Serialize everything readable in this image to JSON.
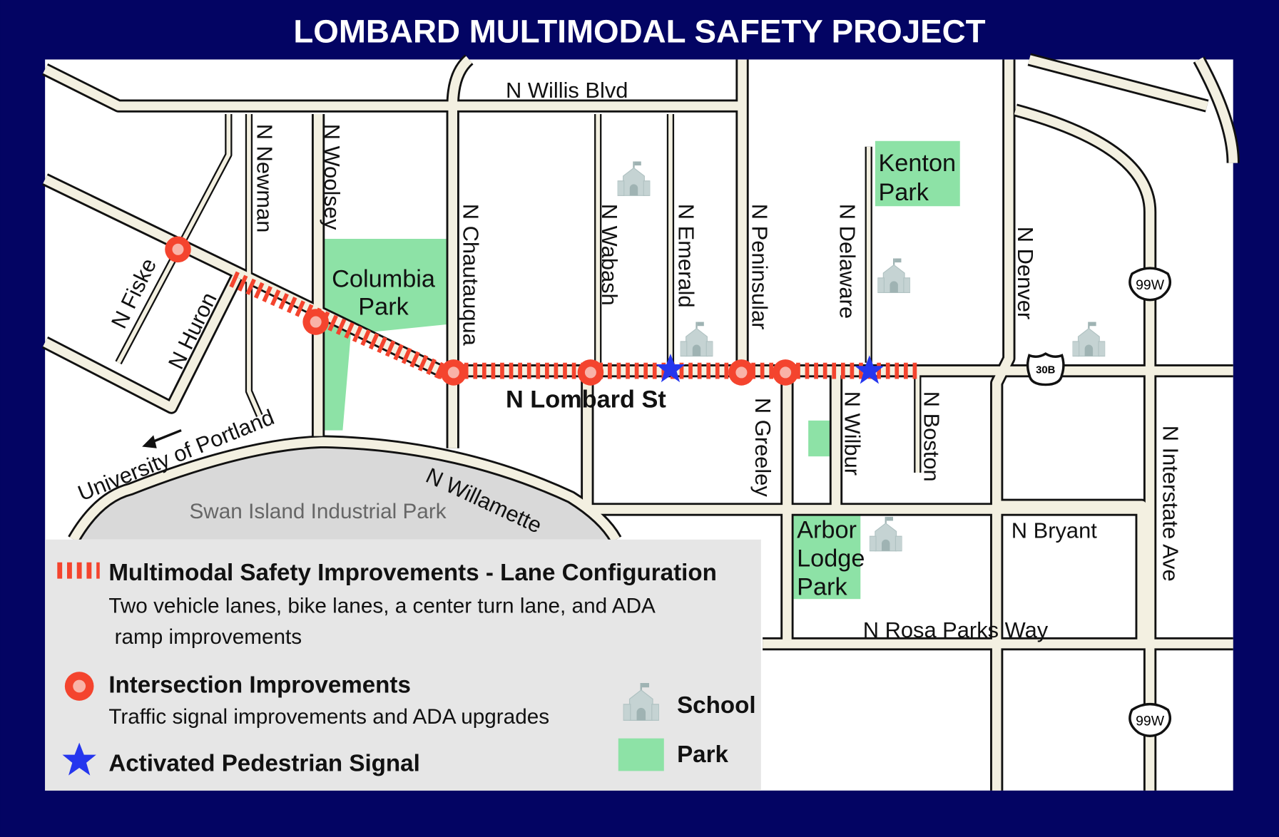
{
  "title": "LOMBARD MULTIMODAL SAFETY PROJECT",
  "colors": {
    "frame": "#030463",
    "road": "#f3f0e1",
    "route": "#f4442e",
    "park": "#8de2a6",
    "star": "#2536ee",
    "school": "#c5d3d3",
    "legend_bg": "#e6e6e6"
  },
  "streets": {
    "willis": "N Willis Blvd",
    "lombard": "N Lombard St",
    "newman": "N Newman",
    "woolsey": "N Woolsey",
    "chautauqua": "N Chautauqua",
    "wabash": "N Wabash",
    "emerald": "N Emerald",
    "peninsular": "N Peninsular",
    "delaware": "N Delaware",
    "denver": "N Denver",
    "fiske": "N Fiske",
    "huron": "N Huron",
    "greeley": "N Greeley",
    "wilbur": "N Wilbur",
    "boston": "N Boston",
    "bryant": "N Bryant",
    "rosa_parks": "N Rosa Parks Way",
    "interstate": "N Interstate Ave",
    "willamette": "N Willamette"
  },
  "places": {
    "columbia_park": [
      "Columbia",
      "Park"
    ],
    "kenton_park": [
      "Kenton",
      "Park"
    ],
    "arbor_lodge_park": [
      "Arbor",
      "Lodge",
      "Park"
    ],
    "swan_island": "Swan Island Industrial Park",
    "university": "University of Portland"
  },
  "shields": {
    "hwy99w": "99W",
    "hwy30b": "30B"
  },
  "legend": {
    "lane_title": "Multimodal Safety Improvements - Lane Configuration",
    "lane_desc": [
      "Two vehicle lanes, bike lanes, a center turn lane, and ADA",
      " ramp improvements"
    ],
    "intersection_title": "Intersection Improvements",
    "intersection_desc": "Traffic signal improvements and ADA upgrades",
    "ped_signal": "Activated Pedestrian Signal",
    "school": "School",
    "park": "Park"
  }
}
